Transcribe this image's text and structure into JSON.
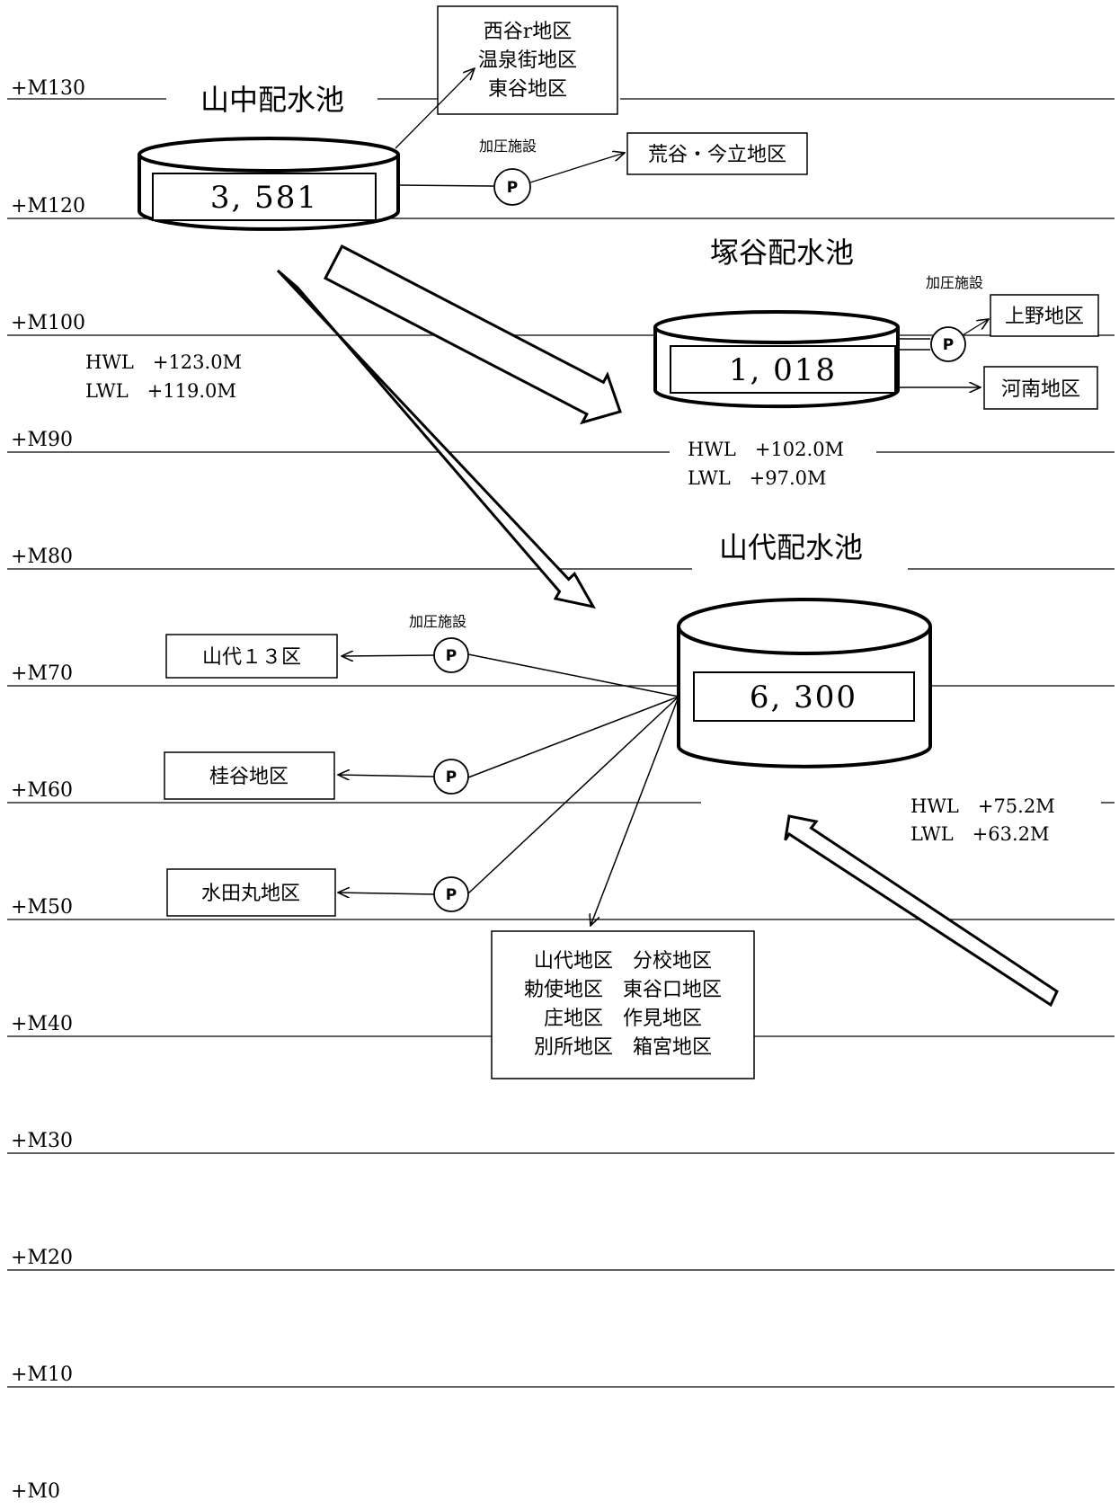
{
  "levels": [
    "+M130",
    "+M120",
    "+M100",
    "+M90",
    "+M80",
    "+M70",
    "+M60",
    "+M50",
    "+M40",
    "+M30",
    "+M20",
    "+M10",
    "+M0"
  ],
  "reservoirs": {
    "yamanaka": {
      "name": "山中配水池",
      "capacity": "3, 581",
      "hwl": "HWL　+123.0M",
      "lwl": "LWL　+119.0M"
    },
    "tsukatani": {
      "name": "塚谷配水池",
      "capacity": "1, 018",
      "hwl": "HWL　+102.0M",
      "lwl": "LWL　+97.0M"
    },
    "yamashiro": {
      "name": "山代配水池",
      "capacity": "6, 300",
      "hwl": "HWL　+75.2M",
      "lwl": "LWL　+63.2M"
    }
  },
  "booster_label": "加圧施設",
  "pump_symbol": "P",
  "areas": {
    "top_box": [
      "西谷r地区",
      "温泉街地区",
      "東谷地区"
    ],
    "aratani": "荒谷・今立地区",
    "ueno": "上野地区",
    "kawaminami": "河南地区",
    "yamashiro13": "山代１３区",
    "katsuratani": "桂谷地区",
    "mizutamaru": "水田丸地区",
    "bottom_box": [
      "山代地区　分校地区",
      "勅使地区　東谷口地区",
      "庄地区　作見地区",
      "別所地区　箱宮地区"
    ]
  }
}
